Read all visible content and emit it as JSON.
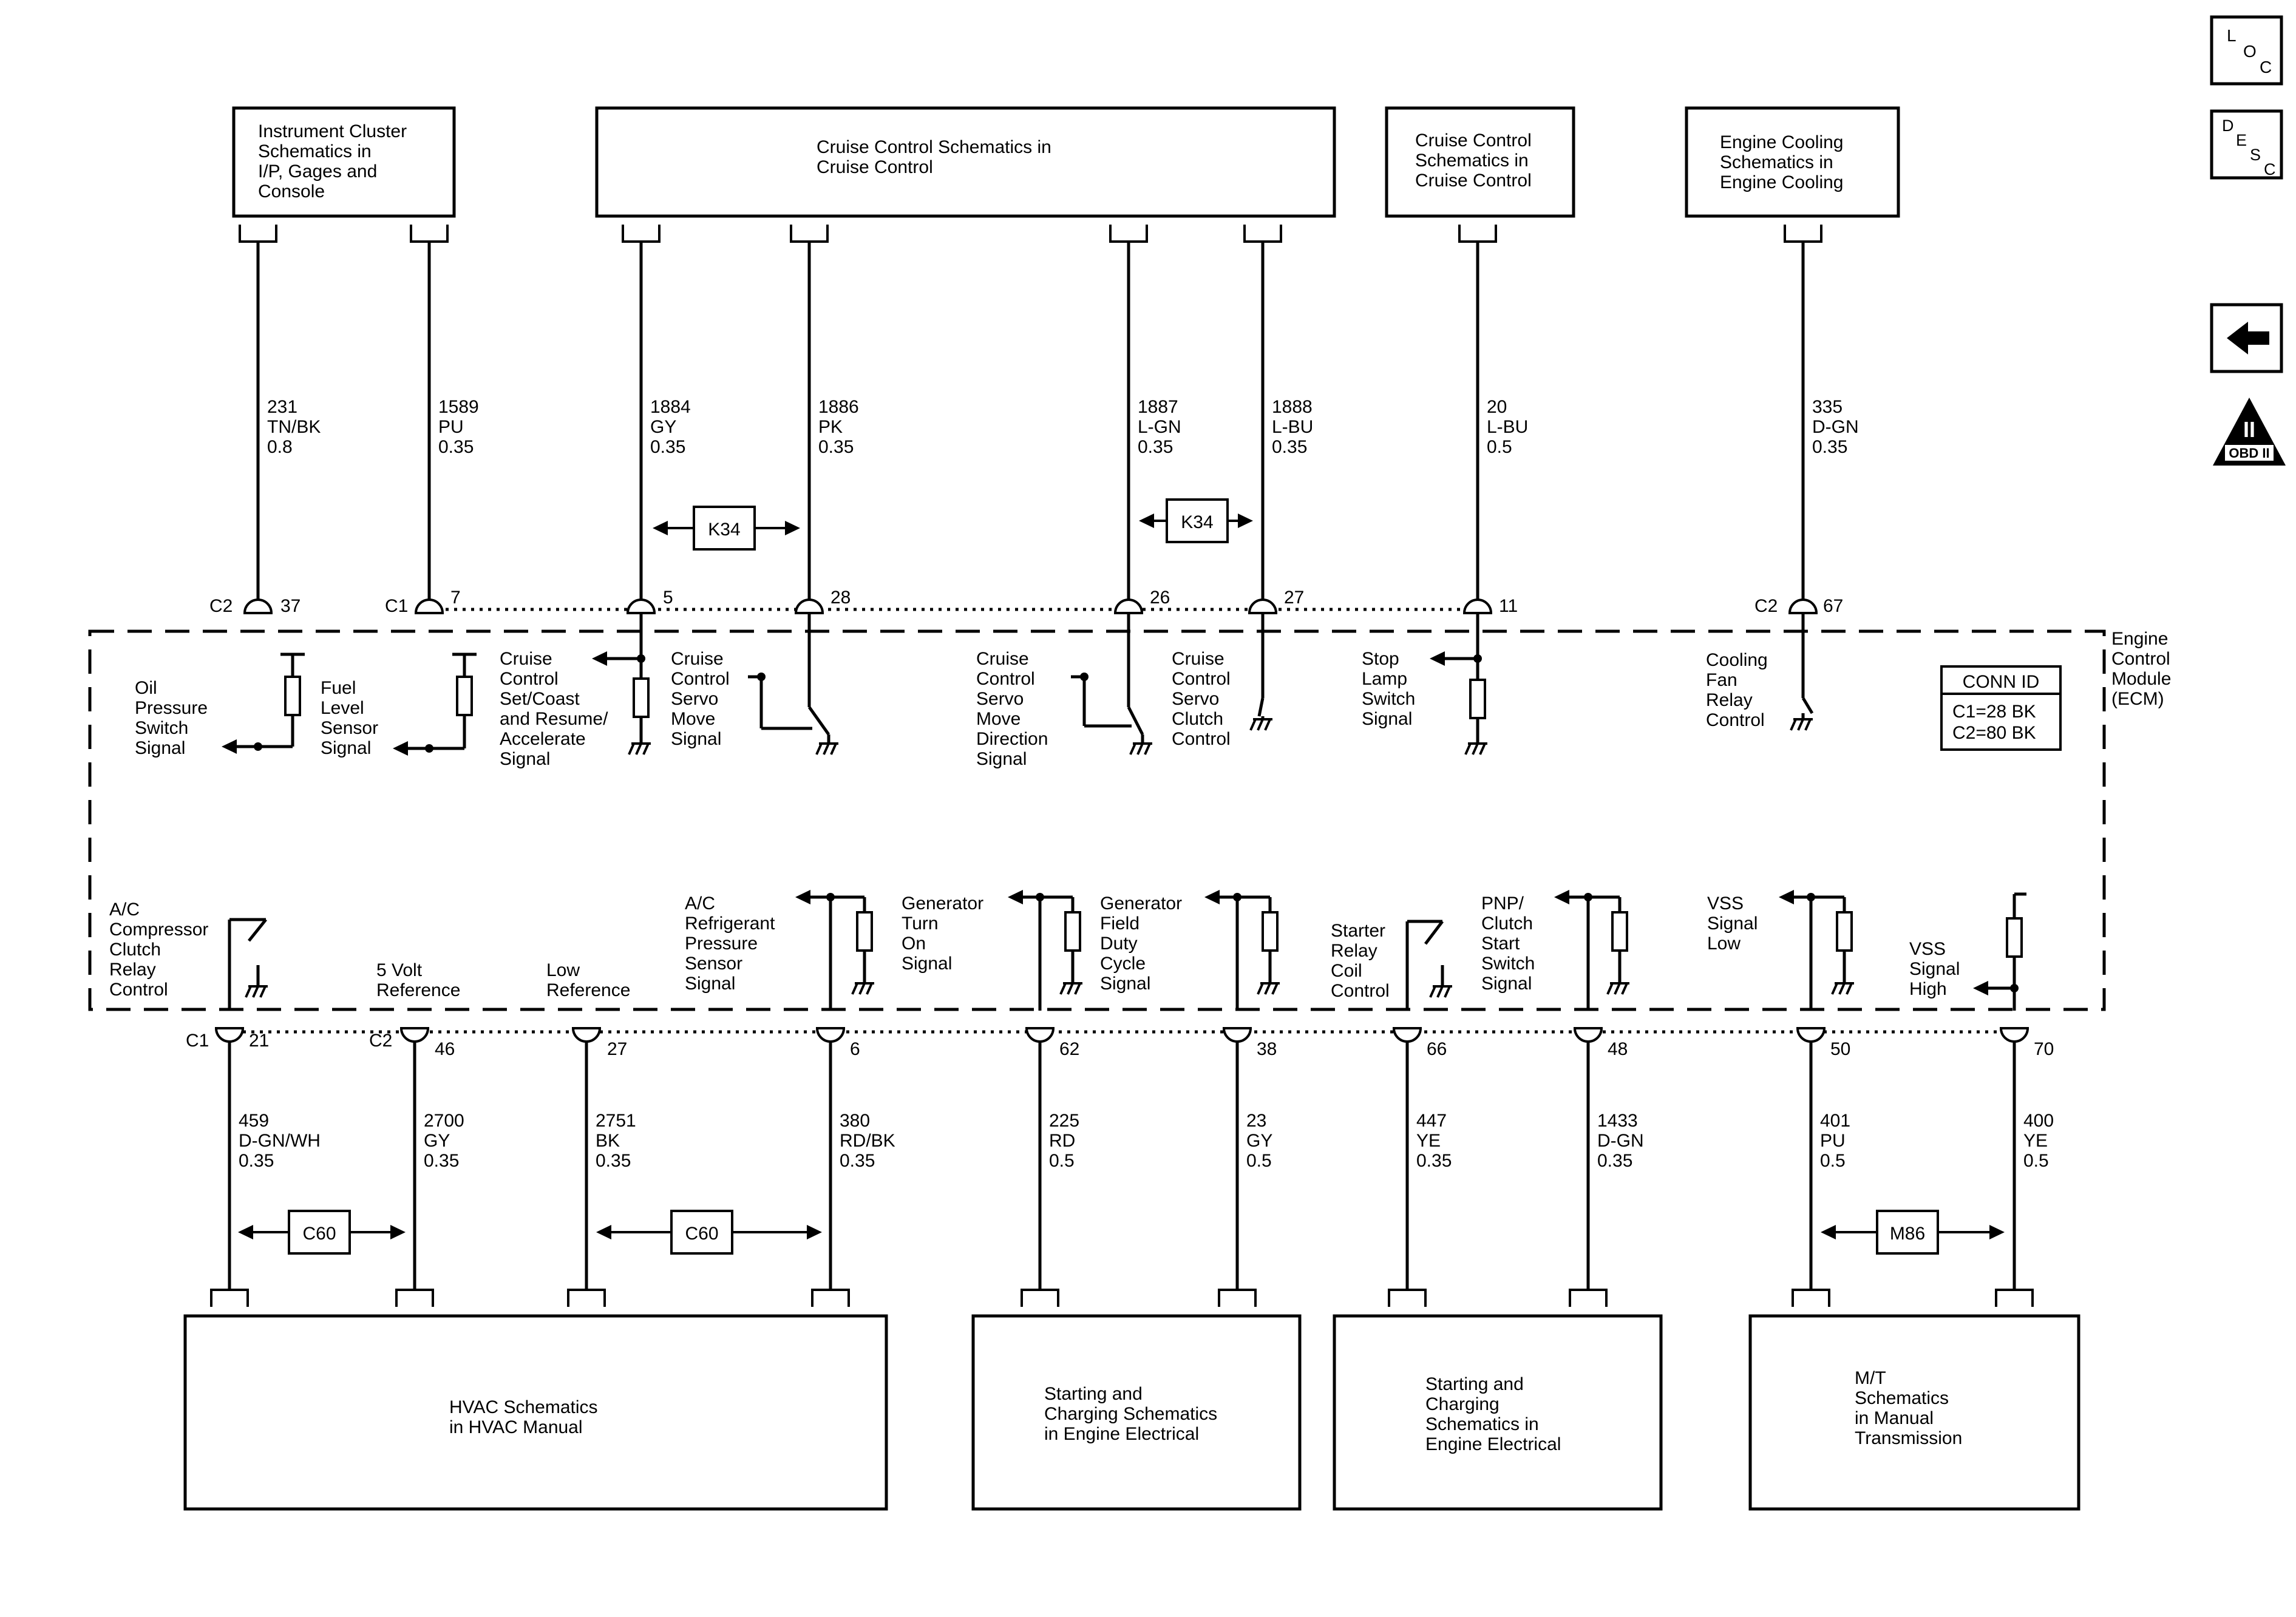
{
  "side_icons": {
    "loc": {
      "letters": [
        "L",
        "O",
        "C"
      ]
    },
    "desc": {
      "letters": [
        "D",
        "E",
        "S",
        "C"
      ]
    },
    "back_icon": "back-arrow-icon",
    "obd": {
      "symbol": "II",
      "label": "OBD II"
    }
  },
  "top_boxes": [
    {
      "name": "instrument-cluster",
      "lines": [
        "Instrument Cluster",
        "Schematics in",
        "I/P, Gages and",
        "Console"
      ]
    },
    {
      "name": "cruise-control-main",
      "lines": [
        "Cruise Control Schematics in",
        "Cruise Control"
      ]
    },
    {
      "name": "cruise-control-2",
      "lines": [
        "Cruise Control",
        "Schematics in",
        "Cruise Control"
      ]
    },
    {
      "name": "engine-cooling",
      "lines": [
        "Engine Cooling",
        "Schematics in",
        "Engine Cooling"
      ]
    }
  ],
  "top_wires": [
    {
      "circuit": "231",
      "color": "TN/BK",
      "gauge": "0.8",
      "conn": "C2",
      "pin": "37"
    },
    {
      "circuit": "1589",
      "color": "PU",
      "gauge": "0.35",
      "conn": "C1",
      "pin": "7"
    },
    {
      "circuit": "1884",
      "color": "GY",
      "gauge": "0.35",
      "conn": "",
      "pin": "5"
    },
    {
      "circuit": "1886",
      "color": "PK",
      "gauge": "0.35",
      "conn": "",
      "pin": "28"
    },
    {
      "circuit": "1887",
      "color": "L-GN",
      "gauge": "0.35",
      "conn": "",
      "pin": "26"
    },
    {
      "circuit": "1888",
      "color": "L-BU",
      "gauge": "0.35",
      "conn": "",
      "pin": "27"
    },
    {
      "circuit": "20",
      "color": "L-BU",
      "gauge": "0.5",
      "conn": "",
      "pin": "11"
    },
    {
      "circuit": "335",
      "color": "D-GN",
      "gauge": "0.35",
      "conn": "C2",
      "pin": "67"
    }
  ],
  "top_options": [
    "K34",
    "K34"
  ],
  "ecm": {
    "label_lines": [
      "Engine",
      "Control",
      "Module",
      "(ECM)"
    ],
    "conn_id": {
      "title": "CONN ID",
      "lines": [
        "C1=28 BK",
        "C2=80 BK"
      ]
    }
  },
  "top_signals": [
    {
      "name": "oil-pressure-switch-signal",
      "lines": [
        "Oil",
        "Pressure",
        "Switch",
        "Signal"
      ]
    },
    {
      "name": "fuel-level-sensor-signal",
      "lines": [
        "Fuel",
        "Level",
        "Sensor",
        "Signal"
      ]
    },
    {
      "name": "cruise-set-coast-signal",
      "lines": [
        "Cruise",
        "Control",
        "Set/Coast",
        "and Resume/",
        "Accelerate",
        "Signal"
      ]
    },
    {
      "name": "cruise-servo-move-signal",
      "lines": [
        "Cruise",
        "Control",
        "Servo",
        "Move",
        "Signal"
      ]
    },
    {
      "name": "cruise-servo-direction-signal",
      "lines": [
        "Cruise",
        "Control",
        "Servo",
        "Move",
        "Direction",
        "Signal"
      ]
    },
    {
      "name": "cruise-servo-clutch-control",
      "lines": [
        "Cruise",
        "Control",
        "Servo",
        "Clutch",
        "Control"
      ]
    },
    {
      "name": "stop-lamp-switch-signal",
      "lines": [
        "Stop",
        "Lamp",
        "Switch",
        "Signal"
      ]
    },
    {
      "name": "cooling-fan-relay-control",
      "lines": [
        "Cooling",
        "Fan",
        "Relay",
        "Control"
      ]
    }
  ],
  "bottom_signals": [
    {
      "name": "ac-compressor-clutch-relay-control",
      "lines": [
        "A/C",
        "Compressor",
        "Clutch",
        "Relay",
        "Control"
      ]
    },
    {
      "name": "five-volt-reference",
      "lines": [
        "5 Volt",
        "Reference"
      ]
    },
    {
      "name": "low-reference",
      "lines": [
        "Low",
        "Reference"
      ]
    },
    {
      "name": "ac-refrigerant-pressure-sensor-signal",
      "lines": [
        "A/C",
        "Refrigerant",
        "Pressure",
        "Sensor",
        "Signal"
      ]
    },
    {
      "name": "generator-turn-on-signal",
      "lines": [
        "Generator",
        "Turn",
        "On",
        "Signal"
      ]
    },
    {
      "name": "generator-field-duty-cycle-signal",
      "lines": [
        "Generator",
        "Field",
        "Duty",
        "Cycle",
        "Signal"
      ]
    },
    {
      "name": "starter-relay-coil-control",
      "lines": [
        "Starter",
        "Relay",
        "Coil",
        "Control"
      ]
    },
    {
      "name": "pnp-clutch-start-switch-signal",
      "lines": [
        "PNP/",
        "Clutch",
        "Start",
        "Switch",
        "Signal"
      ]
    },
    {
      "name": "vss-signal-low",
      "lines": [
        "VSS",
        "Signal",
        "Low"
      ]
    },
    {
      "name": "vss-signal-high",
      "lines": [
        "VSS",
        "Signal",
        "High"
      ]
    }
  ],
  "bottom_wires": [
    {
      "circuit": "459",
      "color": "D-GN/WH",
      "gauge": "0.35",
      "conn": "C1",
      "pin": "21"
    },
    {
      "circuit": "2700",
      "color": "GY",
      "gauge": "0.35",
      "conn": "C2",
      "pin": "46"
    },
    {
      "circuit": "2751",
      "color": "BK",
      "gauge": "0.35",
      "conn": "",
      "pin": "27"
    },
    {
      "circuit": "380",
      "color": "RD/BK",
      "gauge": "0.35",
      "conn": "",
      "pin": "6"
    },
    {
      "circuit": "225",
      "color": "RD",
      "gauge": "0.5",
      "conn": "",
      "pin": "62"
    },
    {
      "circuit": "23",
      "color": "GY",
      "gauge": "0.5",
      "conn": "",
      "pin": "38"
    },
    {
      "circuit": "447",
      "color": "YE",
      "gauge": "0.35",
      "conn": "",
      "pin": "66"
    },
    {
      "circuit": "1433",
      "color": "D-GN",
      "gauge": "0.35",
      "conn": "",
      "pin": "48"
    },
    {
      "circuit": "401",
      "color": "PU",
      "gauge": "0.5",
      "conn": "",
      "pin": "50"
    },
    {
      "circuit": "400",
      "color": "YE",
      "gauge": "0.5",
      "conn": "",
      "pin": "70"
    }
  ],
  "bottom_options": [
    "C60",
    "C60",
    "M86"
  ],
  "bottom_boxes": [
    {
      "name": "hvac",
      "lines": [
        "HVAC Schematics",
        "in HVAC Manual"
      ]
    },
    {
      "name": "starting-charging-1",
      "lines": [
        "Starting and",
        "Charging Schematics",
        "in Engine Electrical"
      ]
    },
    {
      "name": "starting-charging-2",
      "lines": [
        "Starting and",
        "Charging",
        "Schematics in",
        "Engine Electrical"
      ]
    },
    {
      "name": "mt-schematics",
      "lines": [
        "M/T",
        "Schematics",
        "in Manual",
        "Transmission"
      ]
    }
  ]
}
